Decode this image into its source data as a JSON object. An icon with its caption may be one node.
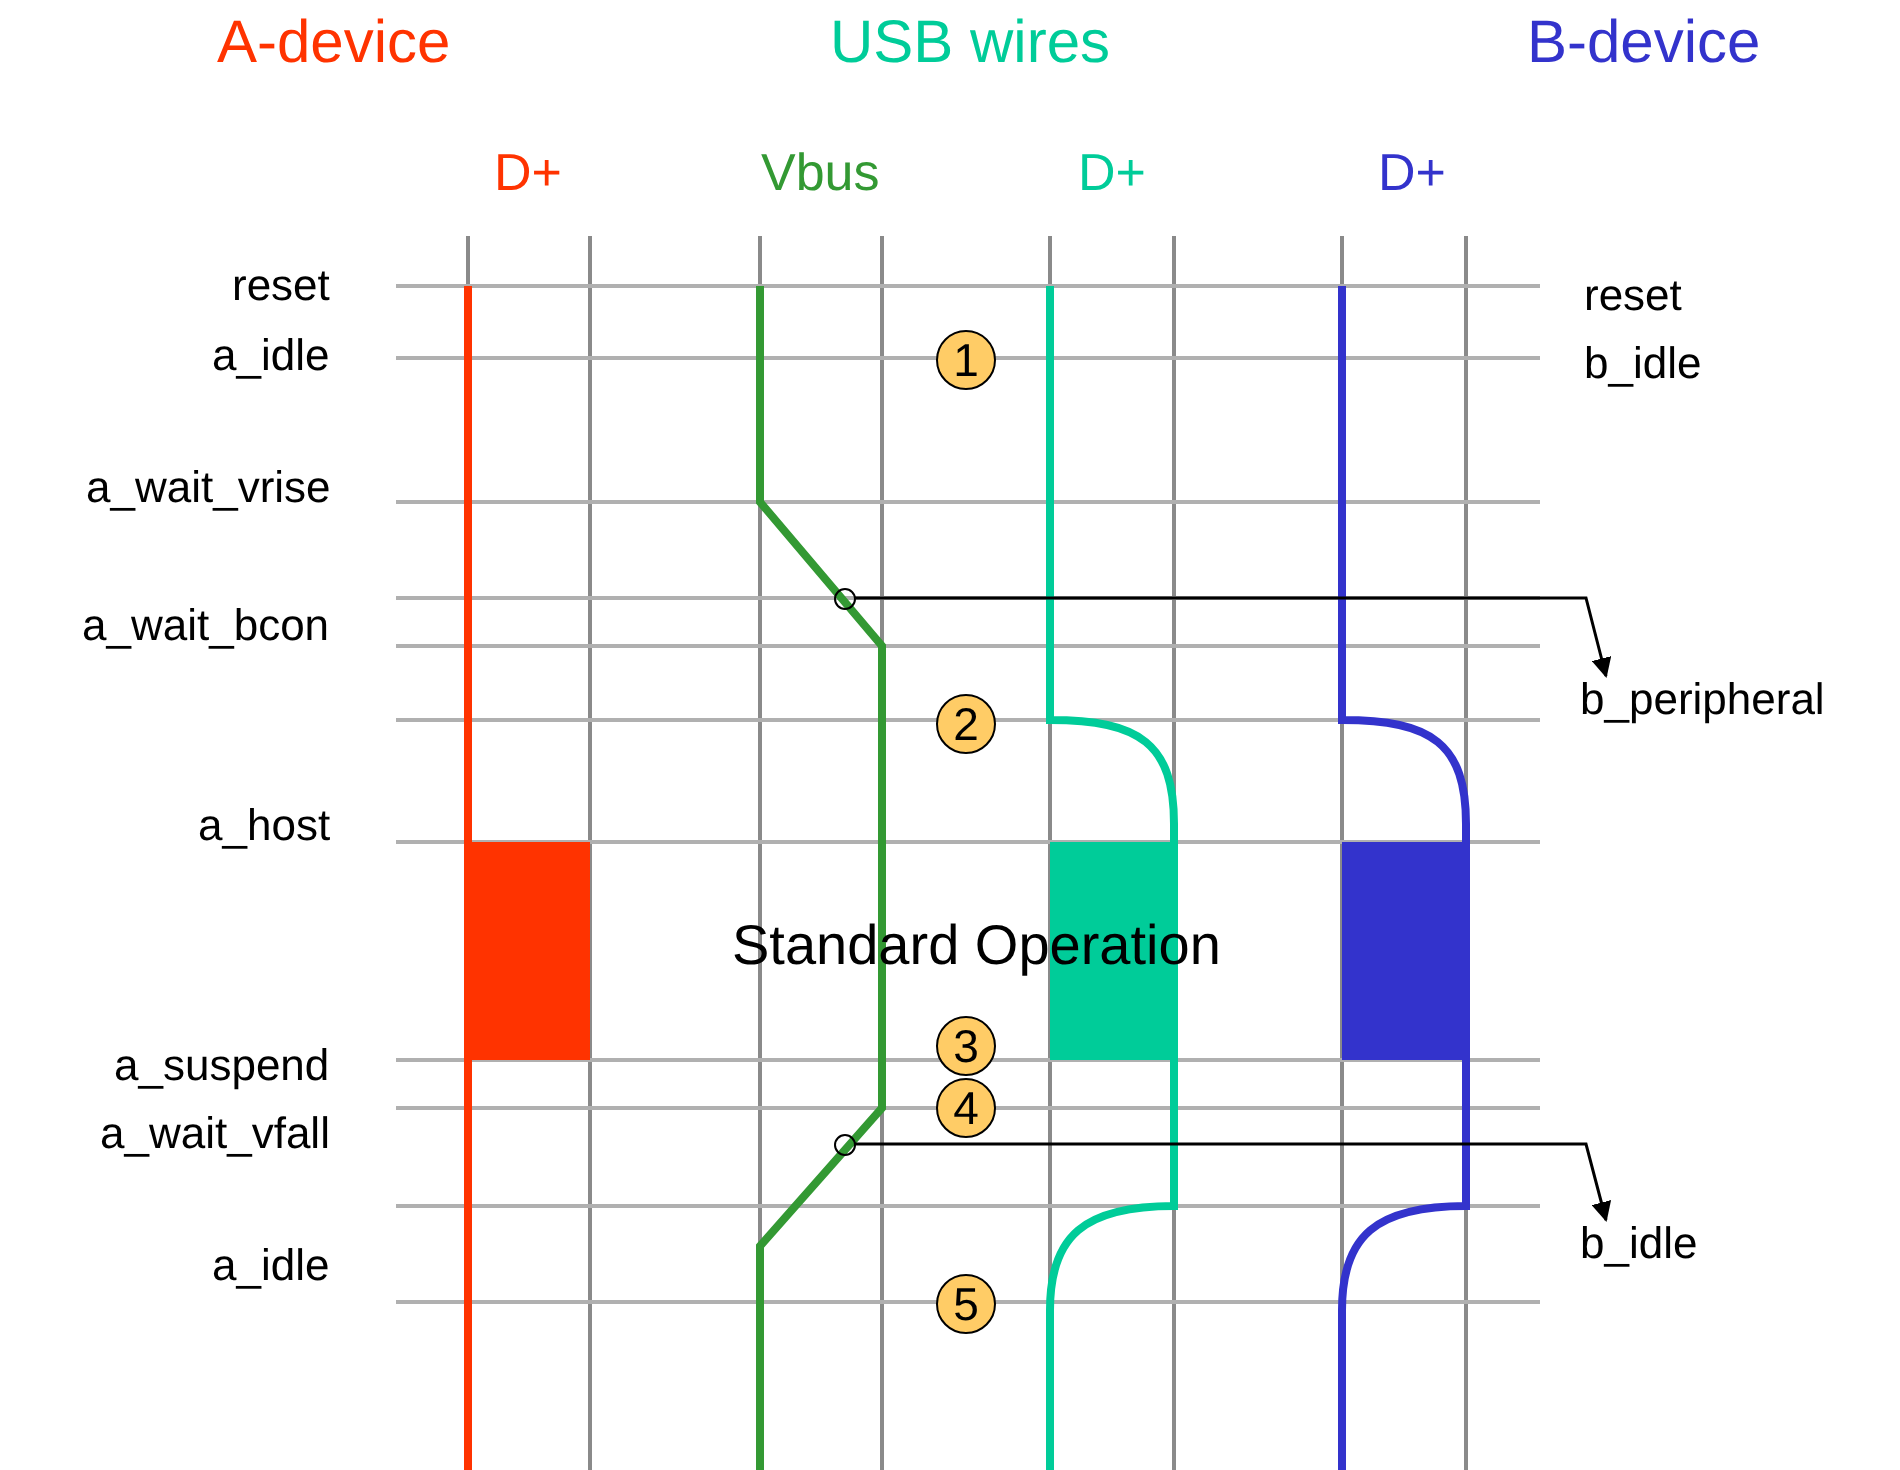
{
  "diagram": {
    "nodes": [
      {
        "text": [
          "1"
        ]
      },
      {
        "text": [],
        "shape": "circle"
      },
      {
        "text": [
          "b_peripheral"
        ]
      },
      {
        "text": [
          "2"
        ]
      },
      {
        "text": [
          "3"
        ]
      },
      {
        "text": [
          "4"
        ]
      },
      {
        "text": [],
        "shape": "circle"
      },
      {
        "text": [
          "b_idle"
        ]
      },
      {
        "text": [
          "5"
        ]
      }
    ],
    "edges": [
      {
        "from": 1,
        "to": 2,
        "arrow": "to"
      },
      {
        "from": 6,
        "to": 7,
        "arrow": "to"
      }
    ],
    "labels": [
      "A-device",
      "USB wires",
      "B-device",
      "D+",
      "Vbus",
      "D+",
      "D+",
      "reset",
      "reset",
      "a_idle",
      "b_idle",
      "a_wait_vrise",
      "a_wait_bcon",
      "a_host",
      "Standard Operation",
      "a_suspend",
      "a_wait_vfall",
      "a_idle"
    ]
  }
}
